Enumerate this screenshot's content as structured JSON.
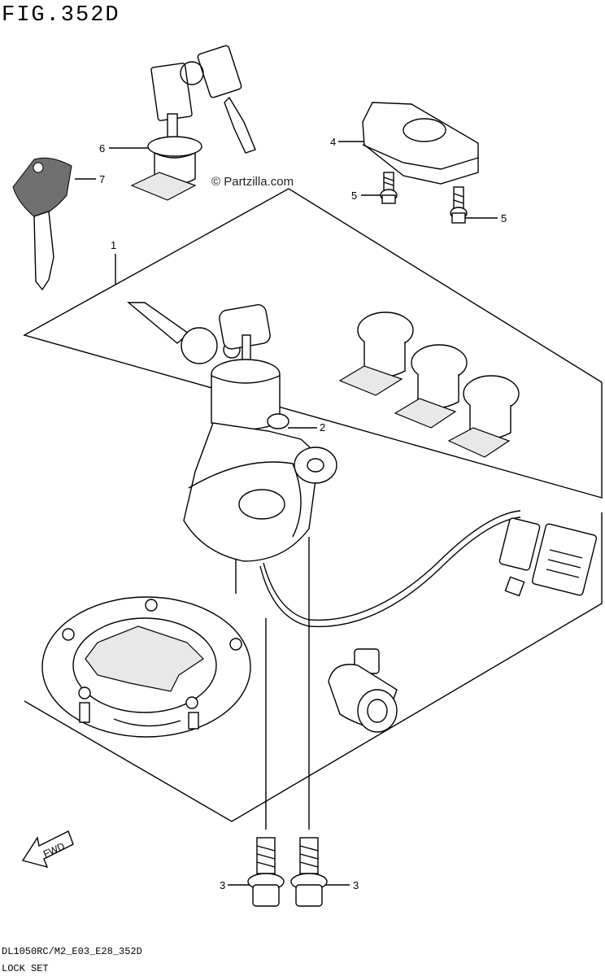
{
  "figure": {
    "title": "FIG.352D"
  },
  "footer": {
    "code": "DL1050RC/M2_E03_E28_352D",
    "caption": "LOCK SET"
  },
  "watermark": {
    "text": "© Partzilla.com"
  },
  "direction_arrow": {
    "label": "FWD"
  },
  "callouts": [
    "1",
    "2",
    "3",
    "3",
    "4",
    "5",
    "5",
    "6",
    "7"
  ]
}
